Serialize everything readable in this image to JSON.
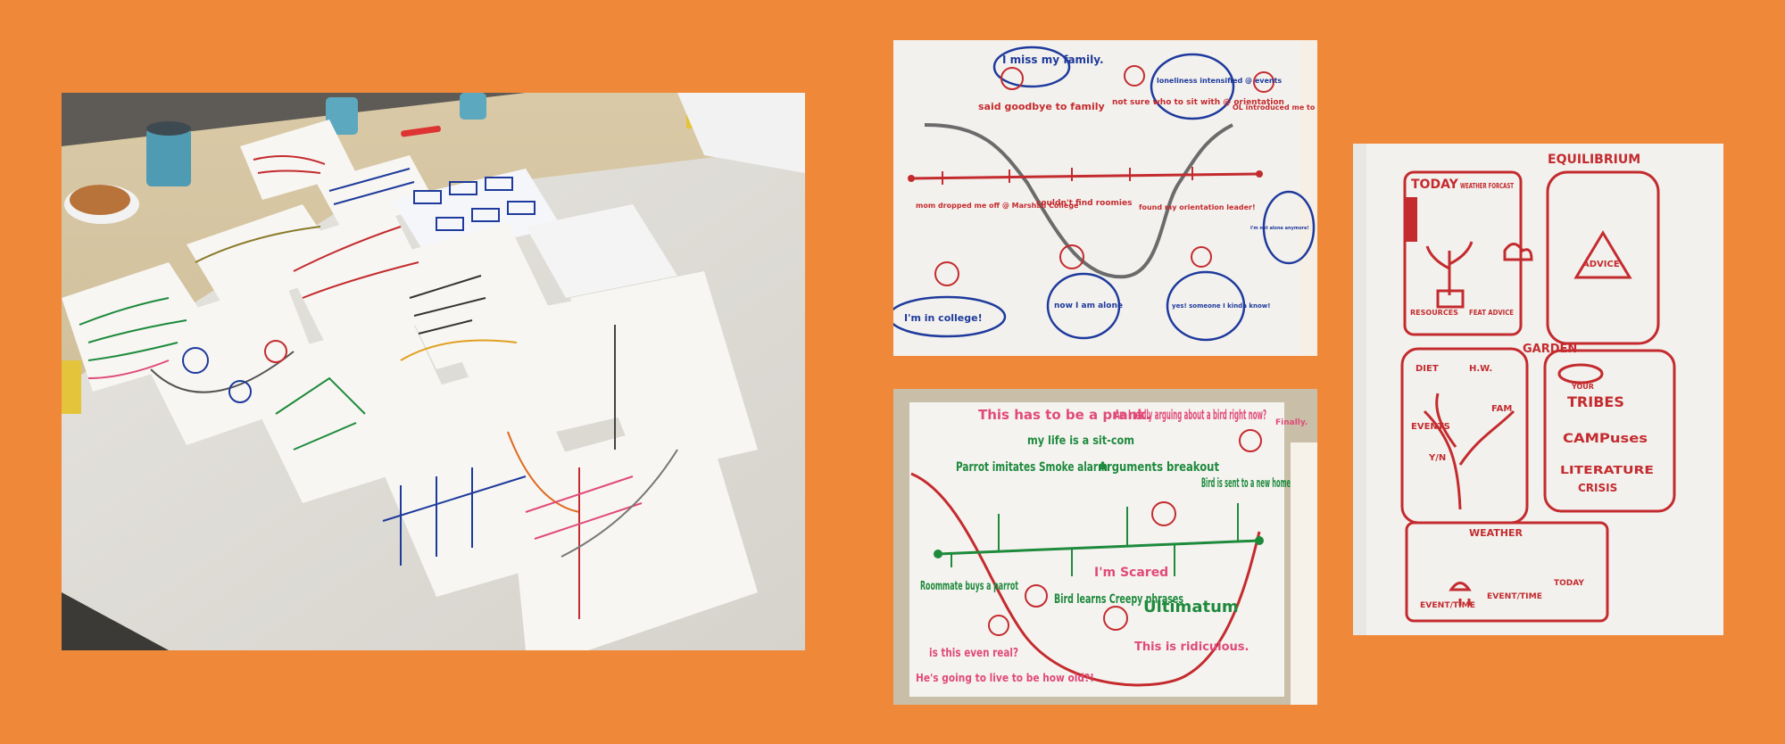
{
  "colors": {
    "background": "#F0883A",
    "paper": "#F3F1EE",
    "red_marker": "#C42B2E",
    "blue_marker": "#1E3A9C",
    "green_marker": "#1E8A3C",
    "pink_marker": "#E04A7A",
    "grey_pencil": "#6B6B6B"
  },
  "storyboard_college": {
    "top_notes": {
      "miss_family": "I miss my family.",
      "goodbye": "said goodbye to family",
      "not_sure": "not sure who to sit with @ orientation",
      "loneliness": "loneliness intensified @ events",
      "ol_intro": "OL introduced me to other students"
    },
    "bottom_notes": {
      "mom": "mom dropped me off @ Marshall College",
      "im_in_college": "I'm in college!",
      "roomies": "couldn't find roomies",
      "alone": "now I am alone",
      "leader": "found my orientation leader!",
      "someone": "yes! someone I kinda know!",
      "not_alone": "I'm not alone anymore!"
    }
  },
  "storyboard_parrot": {
    "prank": "This has to be a prank.",
    "arguing": "Am I really arguing about a bird right now?",
    "finally": "Finally.",
    "sitcom": "my life is a sit-com",
    "parrot_imitates": "Parrot imitates Smoke alarm",
    "arguments": "Arguments breakout",
    "new_home": "Bird is sent to a new home",
    "roommate": "Roommate buys a parrot",
    "bird_learns": "Bird learns Creepy phrases",
    "scared": "I'm Scared",
    "ultimatum": "Ultimatum",
    "real": "is this even real?",
    "ridiculous": "This is ridiculous.",
    "live_to_be": "He's going to live to be how old?!"
  },
  "concept_sheet": {
    "today": "TODAY",
    "weather_forecast": "WEATHER FORCAST",
    "equilibrium": "EQUILIBRIUM",
    "advice": "ADVICE",
    "resources": "RESOURCES",
    "feat_advice": "FEAT ADVICE",
    "garden": "GARDEN",
    "diet": "DIET",
    "hw": "H.W.",
    "fam": "FAM",
    "events": "EVENTS",
    "yn": "Y/N",
    "your": "YOUR",
    "tribes": "TRIBES",
    "campuses": "CAMPuses",
    "literature": "LITERATURE",
    "crisis": "CRISIS",
    "weather": "WEATHER",
    "event_time_1": "EVENT/TIME",
    "event_time_2": "EVENT/TIME",
    "today_small": "TODAY"
  }
}
